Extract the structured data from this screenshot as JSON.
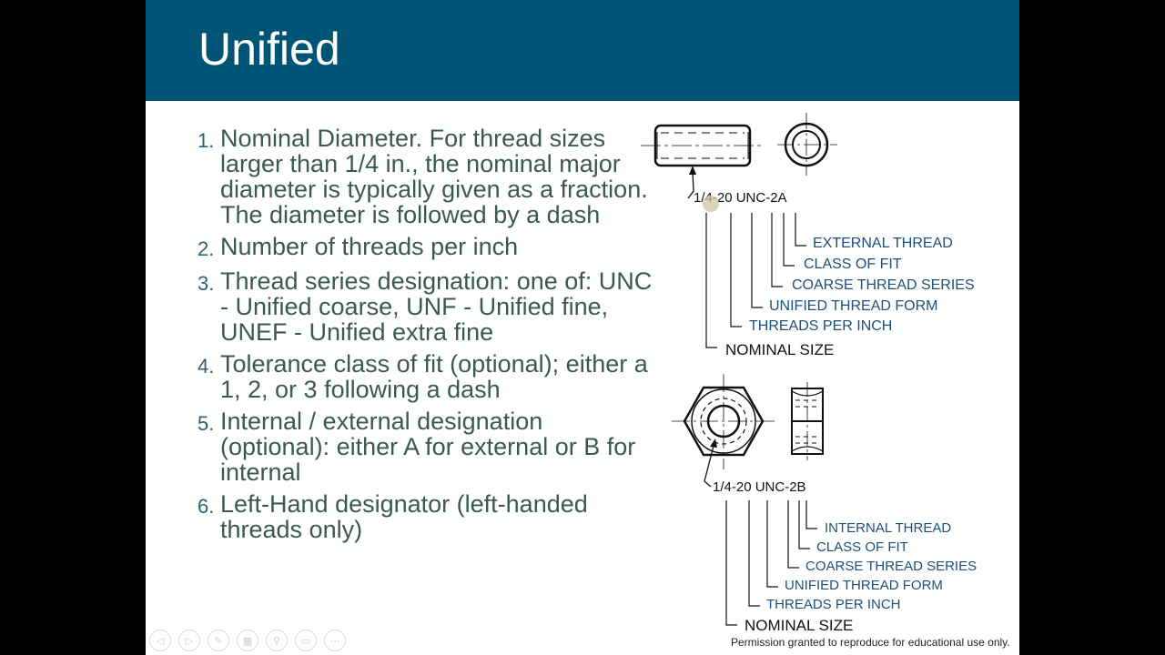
{
  "slide": {
    "title": "Unified",
    "items": [
      {
        "num": "1.",
        "text": "Nominal Diameter. For thread sizes larger than 1/4 in., the nominal major diameter is typically given as a fraction. The diameter is followed by a dash"
      },
      {
        "num": "2.",
        "text": "Number of threads per inch"
      },
      {
        "num": "3.",
        "text": "Thread series designation: one of: UNC - Unified coarse, UNF - Unified fine, UNEF - Unified extra fine"
      },
      {
        "num": "4.",
        "text": "Tolerance class of fit (optional); either a 1, 2, or 3 following a dash"
      },
      {
        "num": "5.",
        "text": "Internal / external designation (optional): either A for external or B for internal"
      },
      {
        "num": "6.",
        "text": "Left-Hand designator (left-handed threads only)"
      }
    ],
    "credit": "Permission granted to reproduce for educational use only."
  },
  "diagram_top": {
    "callout": "1/4-20 UNC-2A",
    "labels": [
      "EXTERNAL THREAD",
      "CLASS OF FIT",
      "COARSE THREAD SERIES",
      "UNIFIED THREAD FORM",
      "THREADS PER INCH",
      "NOMINAL SIZE"
    ]
  },
  "diagram_bottom": {
    "callout": "1/4-20 UNC-2B",
    "labels": [
      "INTERNAL THREAD",
      "CLASS OF FIT",
      "COARSE THREAD SERIES",
      "UNIFIED THREAD FORM",
      "THREADS PER INCH",
      "NOMINAL SIZE"
    ]
  },
  "colors": {
    "title_bar": "#005577",
    "body_text": "#3b5a4c",
    "label_blue": "#1f4e79"
  },
  "nav_icons": [
    "previous-icon",
    "next-icon",
    "pen-icon",
    "slides-icon",
    "zoom-icon",
    "subtitles-icon",
    "more-icon"
  ]
}
